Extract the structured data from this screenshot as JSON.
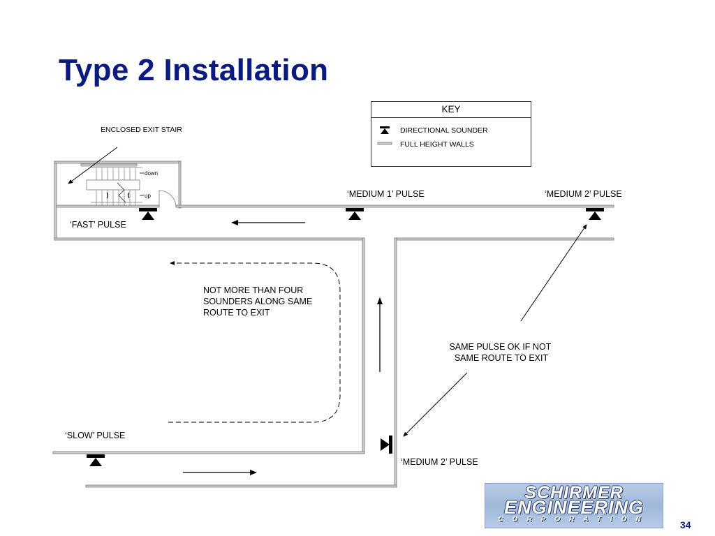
{
  "slide": {
    "title": "Type 2 Installation",
    "page_number": "34",
    "title_color": "#0a1a7f"
  },
  "key": {
    "title": "KEY",
    "items": [
      {
        "icon": "directional-sounder-icon",
        "label": "DIRECTIONAL SOUNDER"
      },
      {
        "icon": "wall-line-icon",
        "label": "FULL HEIGHT WALLS"
      }
    ]
  },
  "diagram": {
    "stair_label": "ENCLOSED EXIT STAIR",
    "stair_down": "down",
    "stair_up": "up",
    "fast_pulse": "‘FAST’ PULSE",
    "medium1_pulse": "‘MEDIUM 1’ PULSE",
    "medium2_pulse_top": "‘MEDIUM 2’ PULSE",
    "medium2_pulse_bottom": "‘MEDIUM 2’ PULSE",
    "slow_pulse": "‘SLOW’ PULSE",
    "note_four": [
      "NOT MORE THAN FOUR",
      "SOUNDERS ALONG SAME",
      "ROUTE TO EXIT"
    ],
    "note_same": [
      "SAME PULSE OK IF NOT",
      "SAME ROUTE TO EXIT"
    ]
  },
  "logo": {
    "line1": "SCHIRMER",
    "line2": "ENGINEERING",
    "line3": "CORPORATION"
  }
}
